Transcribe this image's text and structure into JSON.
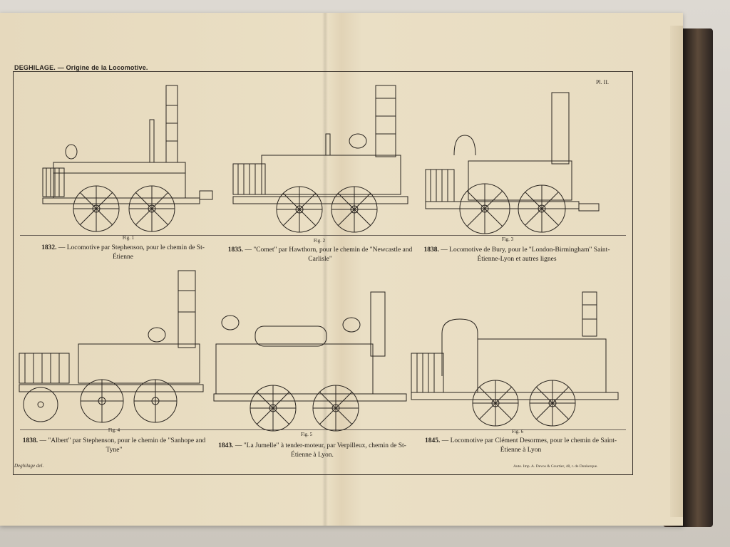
{
  "header": {
    "title": "DEGHILAGE. — Origine de la Locomotive.",
    "plate_number": "Pl. II."
  },
  "figures": [
    {
      "label": "Fig. 1",
      "caption_year": "1832.",
      "caption_text": "— Locomotive par Stephenson, pour le chemin de St-Étienne"
    },
    {
      "label": "Fig. 2",
      "caption_year": "1835.",
      "caption_text": "— \"Comet\" par Hawthorn, pour le chemin de \"Newcastle and Carlisle\""
    },
    {
      "label": "Fig. 3",
      "caption_year": "1838.",
      "caption_text": "— Locomotive de Bury, pour le \"London-Birmingham\" Saint-Étienne-Lyon et autres lignes"
    },
    {
      "label": "Fig. 4",
      "caption_year": "1838.",
      "caption_text": "— \"Albert\" par Stephenson, pour le chemin de \"Sanhope and Tyne\""
    },
    {
      "label": "Fig. 5",
      "caption_year": "1843.",
      "caption_text": "— \"La Jumelle\" à tender-moteur, par Verpilleux, chemin de St-Étienne à Lyon."
    },
    {
      "label": "Fig. 6",
      "caption_year": "1845.",
      "caption_text": "— Locomotive par Clément Desormes, pour le chemin de Saint-Étienne à Lyon"
    }
  ],
  "footer": {
    "artist": "Deghilage del.",
    "printer": "Auto. Imp. A. Devos & Courtier, 48, r. de Dunkerque."
  },
  "colors": {
    "ink": "#2a2520",
    "paper": "#eadfc4"
  }
}
